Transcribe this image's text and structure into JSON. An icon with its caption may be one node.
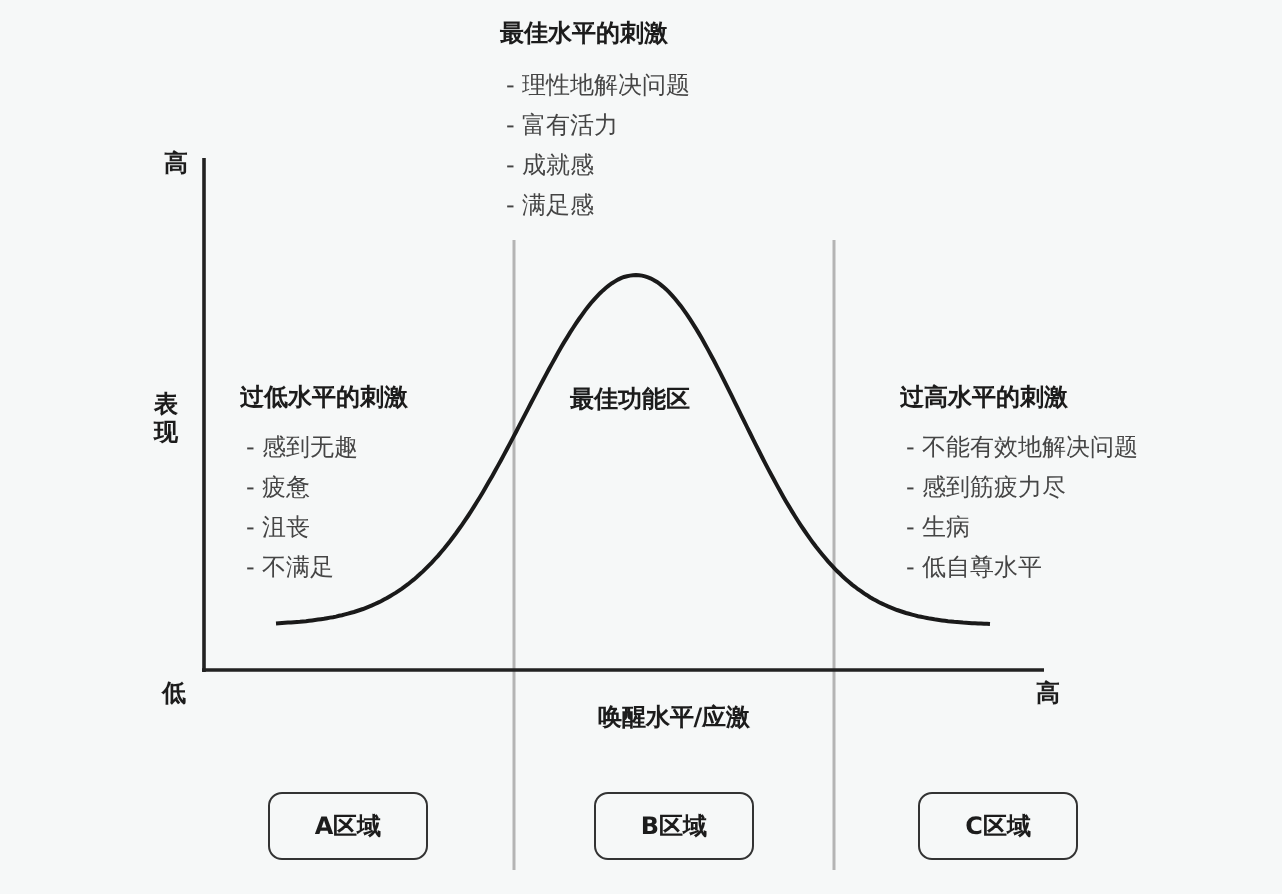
{
  "diagram": {
    "nodes": [
      {
        "text": [
          "A区域"
        ]
      },
      {
        "text": [
          "B区域"
        ]
      },
      {
        "text": [
          "C区域"
        ]
      }
    ],
    "labels": [
      "最佳水平的刺激",
      "- 理性地解决问题",
      "- 富有活力",
      "- 成就感",
      "- 满足感",
      "高",
      "表现",
      "过低水平的刺激",
      "- 感到无趣",
      "- 疲惫",
      "- 沮丧",
      "- 不满足",
      "最佳功能区",
      "过高水平的刺激",
      "- 不能有效地解决问题",
      "- 感到筋疲力尽",
      "- 生病",
      "- 低自尊水平",
      "低",
      "高",
      "唤醒水平/应激"
    ]
  }
}
